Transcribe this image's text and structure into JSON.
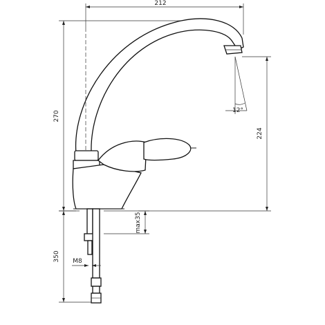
{
  "dimensions": {
    "width_top": "212",
    "height_total": "270",
    "spout_height": "224",
    "hose_length": "350",
    "max_thickness": "max35",
    "thread": "M8",
    "angle": "12°"
  },
  "colors": {
    "stroke": "#222222",
    "background": "#ffffff"
  }
}
